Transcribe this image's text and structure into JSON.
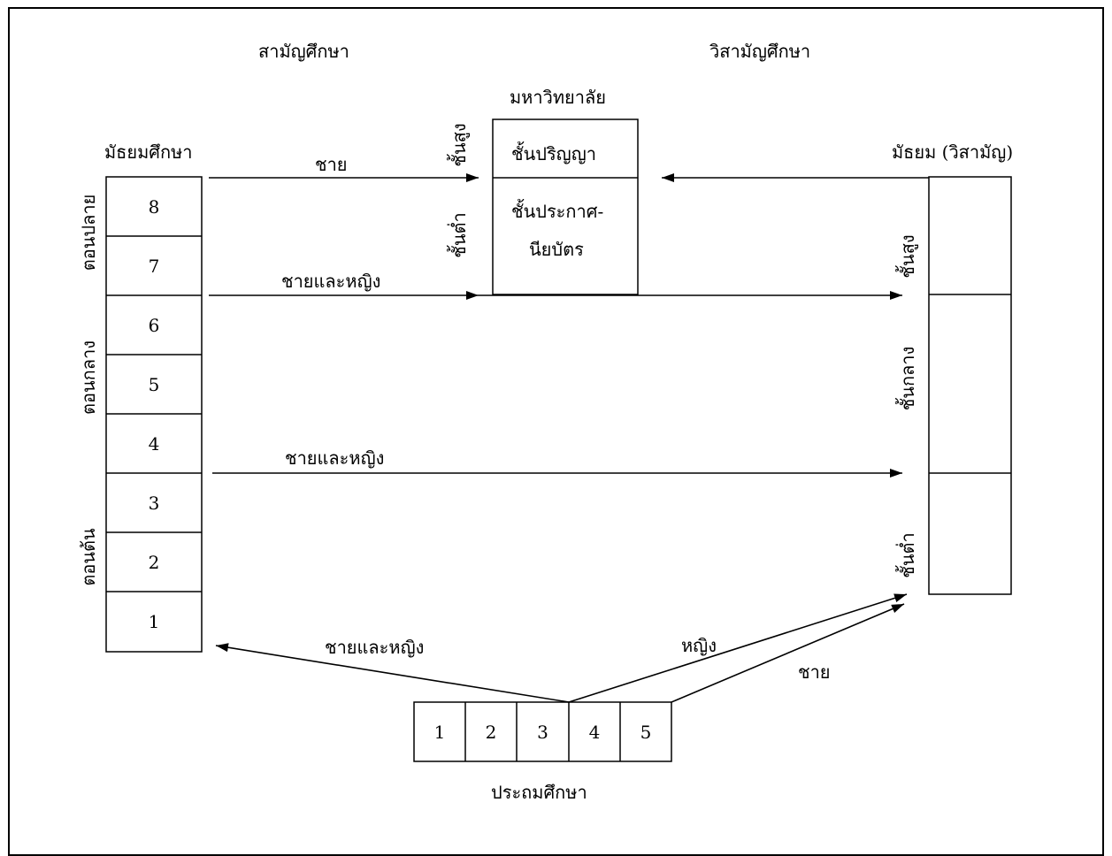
{
  "headers": {
    "general_education": "สามัญศึกษา",
    "vocational_education": "วิสามัญศึกษา",
    "university": "มหาวิทยาลัย",
    "secondary": "มัธยมศึกษา",
    "vocational_secondary": "มัธยม (วิสามัญ)",
    "primary": "ประถมศึกษา"
  },
  "university_levels": {
    "upper_side": "ชั้นสูง",
    "lower_side": "ชั้นต่ำ",
    "degree": "ชั้นปริญญา",
    "certificate_line1": "ชั้นประกาศ-",
    "certificate_line2": "นียบัตร"
  },
  "secondary_grades": [
    "8",
    "7",
    "6",
    "5",
    "4",
    "3",
    "2",
    "1"
  ],
  "secondary_stages": {
    "late": "ตอนปลาย",
    "middle": "ตอนกลาง",
    "early": "ตอนต้น"
  },
  "vocational_levels": {
    "upper": "ชั้นสูง",
    "middle": "ชั้นกลาง",
    "lower": "ชั้นต่ำ"
  },
  "primary_grades": [
    "1",
    "2",
    "3",
    "4",
    "5"
  ],
  "arrow_labels": {
    "men_to_degree": "ชาย",
    "both_from_grade7": "ชายและหญิง",
    "both_from_grade4": "ชายและหญิง",
    "both_from_primary": "ชายและหญิง",
    "women_from_primary": "หญิง",
    "men_from_primary": "ชาย"
  }
}
